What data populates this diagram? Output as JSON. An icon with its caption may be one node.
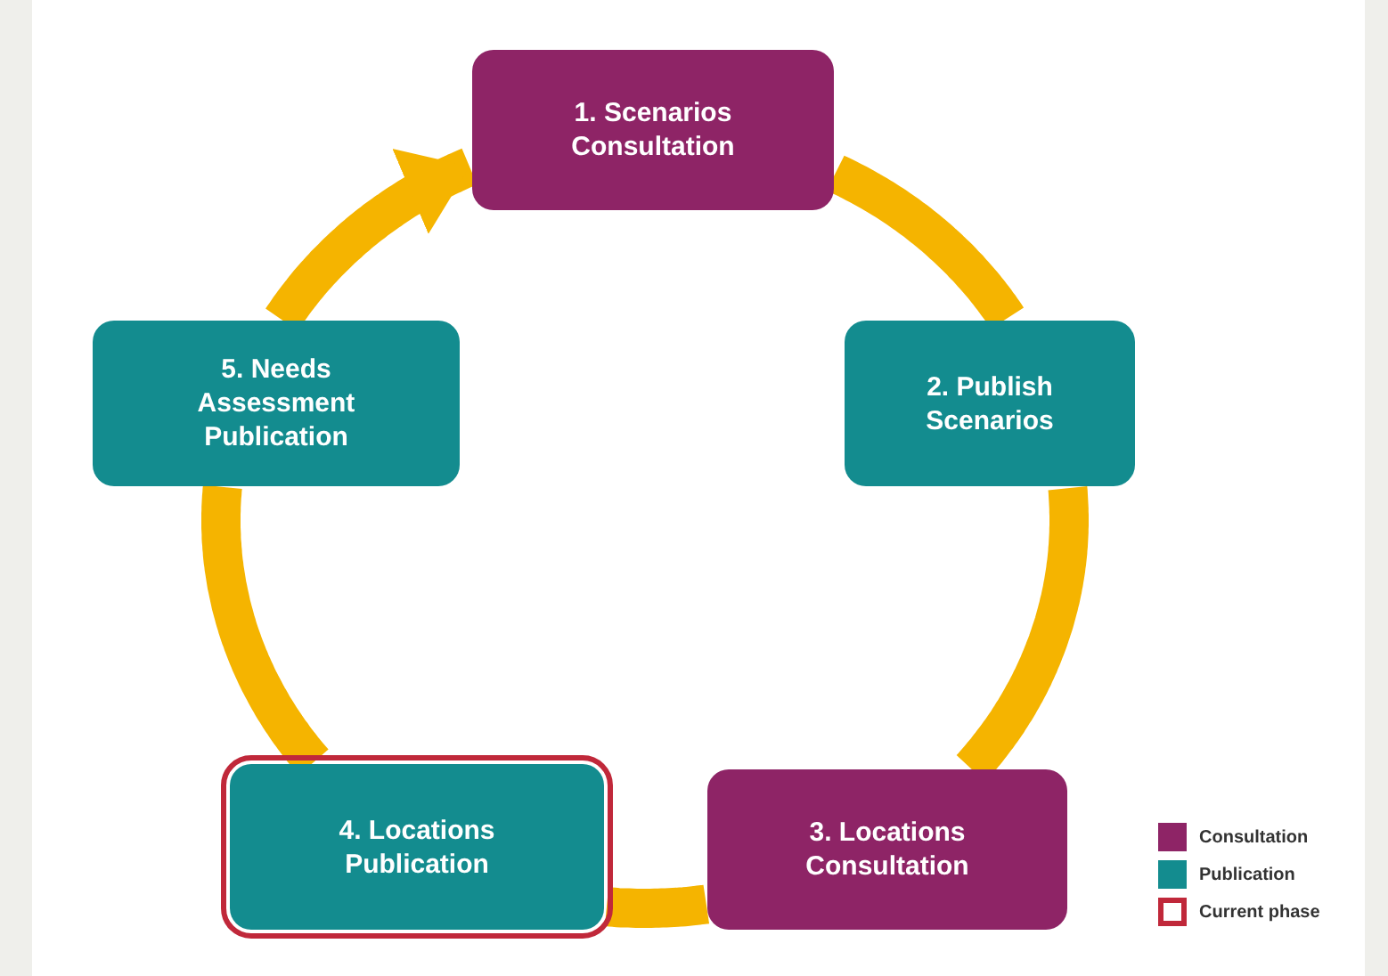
{
  "diagram": {
    "nodes": [
      {
        "text": [
          "1. Scenarios Consultation"
        ]
      },
      {
        "text": [
          "2. Publish Scenarios"
        ]
      },
      {
        "text": [
          "3. Locations Consultation"
        ]
      },
      {
        "text": [
          "4. Locations Publication"
        ]
      },
      {
        "text": [
          "5. Needs Assessment Publication"
        ]
      }
    ],
    "edges": [
      {
        "from": 0,
        "to": 1,
        "arrow": "none"
      },
      {
        "from": 1,
        "to": 2,
        "arrow": "none"
      },
      {
        "from": 2,
        "to": 3,
        "arrow": "none"
      },
      {
        "from": 3,
        "to": 4,
        "arrow": "none"
      },
      {
        "from": 4,
        "to": 0,
        "arrow": "to"
      }
    ],
    "legend": [
      {
        "text": "Consultation",
        "color": "#8e2466"
      },
      {
        "text": "Publication",
        "color": "#138c8f"
      },
      {
        "text": "Current phase"
      }
    ]
  }
}
